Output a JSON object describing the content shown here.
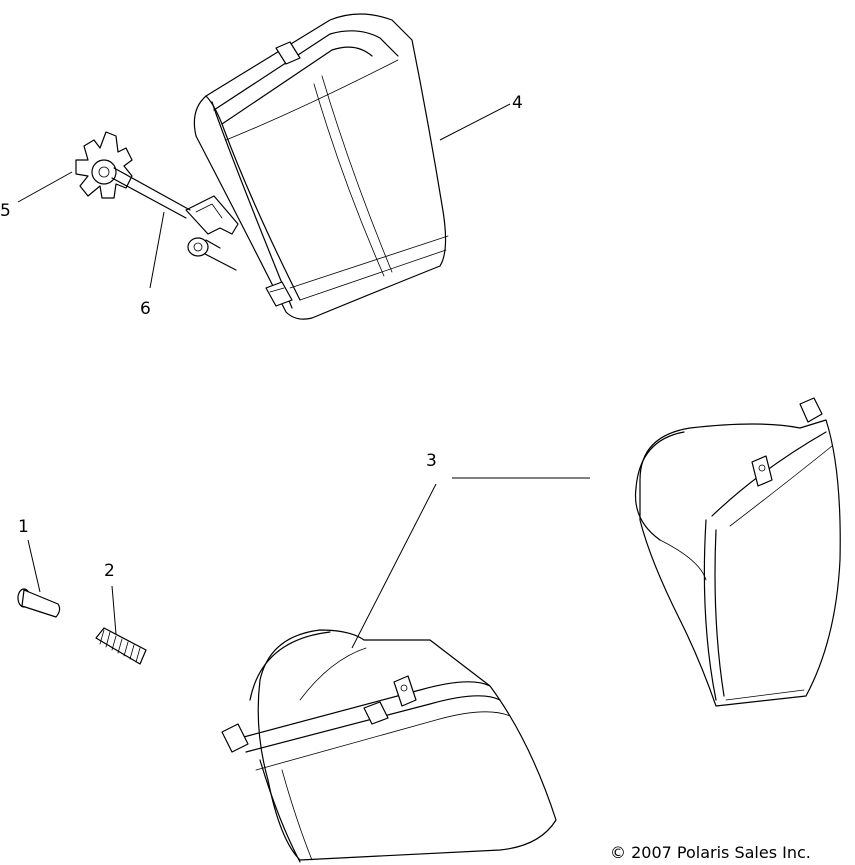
{
  "callouts": {
    "c1": "1",
    "c2": "2",
    "c3": "3",
    "c4": "4",
    "c5": "5",
    "c6": "6"
  },
  "copyright": "© 2007 Polaris Sales Inc."
}
